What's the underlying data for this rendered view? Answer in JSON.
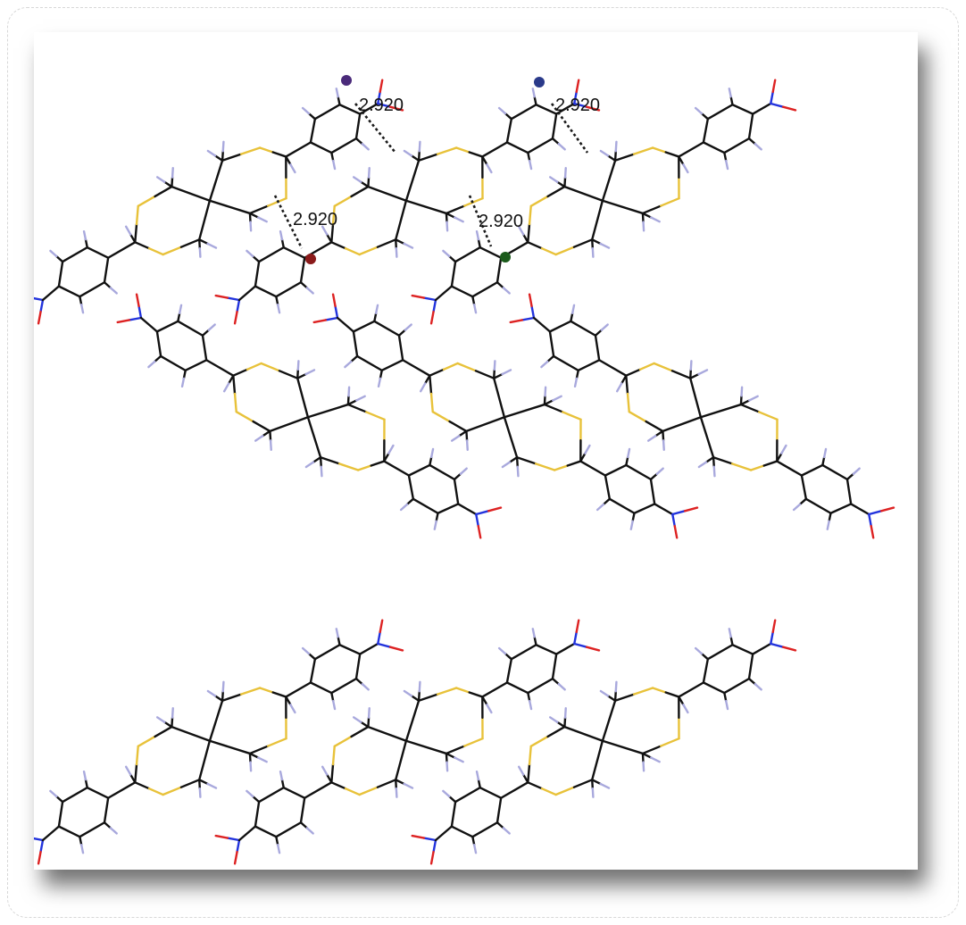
{
  "contacts": [
    {
      "label": "2.920",
      "centroid_color": "#4a2a7a"
    },
    {
      "label": "2.920",
      "centroid_color": "#2a3a8a"
    },
    {
      "label": "2.920",
      "centroid_color": "#8a1a1a"
    },
    {
      "label": "2.920",
      "centroid_color": "#1a5a1a"
    }
  ],
  "colors": {
    "carbon": "#111111",
    "hydrogen": "#a9a9dd",
    "sulfur": "#e8c23a",
    "nitrogen": "#2233dd",
    "oxygen": "#dd2222",
    "background": "#ffffff"
  },
  "molecule_count": 9
}
